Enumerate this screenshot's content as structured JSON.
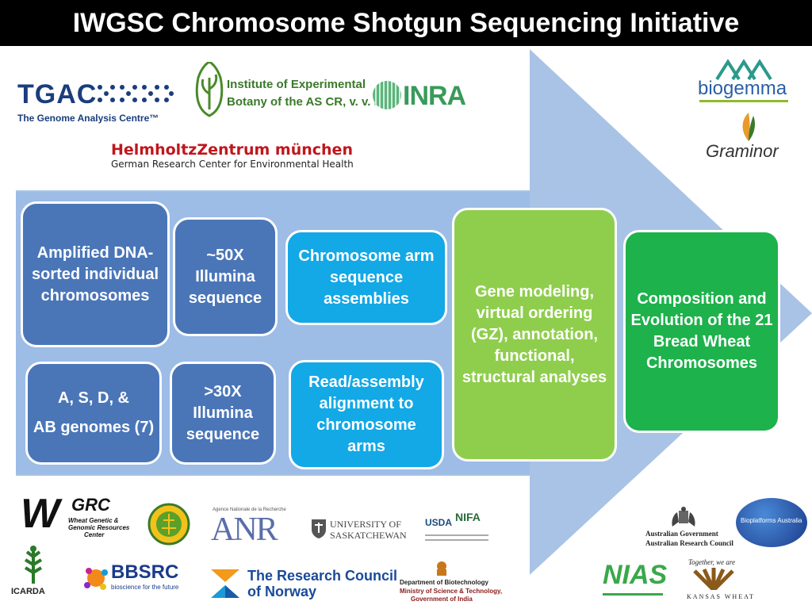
{
  "title": "IWGSC Chromosome Shotgun Sequencing Initiative",
  "colors": {
    "arrow": "#a9c3e6",
    "band": "#9dbce6",
    "dark_blue_box": "#4a76b8",
    "light_blue_box": "#13a8e6",
    "light_green_box": "#8fce4d",
    "dark_green_box": "#1db24b"
  },
  "boxes": {
    "amplified": "Amplified DNA- sorted individual chromosomes",
    "illumina50": "~50X Illumina sequence",
    "arm_assemblies": "Chromosome arm sequence assemblies",
    "genomes_line1": "A, S, D,  &",
    "genomes_line2": "AB genomes (7)",
    "illumina30": ">30X Illumina sequence",
    "read_alignment": "Read/assembly alignment to chromosome arms",
    "gene_modeling": "Gene modeling, virtual ordering (GZ), annotation, functional, structural analyses",
    "composition": "Composition and Evolution of the 21 Bread Wheat Chromosomes"
  },
  "logos": {
    "tgac": {
      "name": "TGAC",
      "subtitle": "The Genome Analysis Centre™"
    },
    "ieb": {
      "line1": "Institute of Experimental",
      "line2": "Botany of the AS CR, v. v. i."
    },
    "inra": "INRA",
    "helmholtz": {
      "line1": "HelmholtzZentrum münchen",
      "line2": "German Research Center for Environmental Health"
    },
    "biogemma": "biogemma",
    "graminor": "Graminor",
    "wgrc": {
      "mark": "W",
      "grc": "GRC",
      "line1": "Wheat Genetic &",
      "line2": "Genomic Resources",
      "line3": "Center"
    },
    "anr": {
      "small": "Agence Nationale de la Recherche",
      "mark": "ANR"
    },
    "usask": {
      "line1": "UNIVERSITY OF",
      "line2": "SASKATCHEWAN"
    },
    "usda": {
      "usda": "USDA",
      "nifa": "NIFA"
    },
    "australia": {
      "line1": "Australian Government",
      "line2": "Australian Research Council"
    },
    "bioplatforms": "Bioplatforms Australia",
    "icarda": "ICARDA",
    "bbsrc": {
      "name": "BBSRC",
      "tagline": "bioscience for the future"
    },
    "rcn": {
      "line1": "The Research Council",
      "line2": "of Norway"
    },
    "dbt": {
      "line1": "Department of Biotechnology",
      "line2": "Ministry of Science & Technology,",
      "line3": "Government of India"
    },
    "nias": "NIAS",
    "kansas": {
      "top": "Together, we are",
      "bottom": "KANSAS WHEAT"
    }
  }
}
